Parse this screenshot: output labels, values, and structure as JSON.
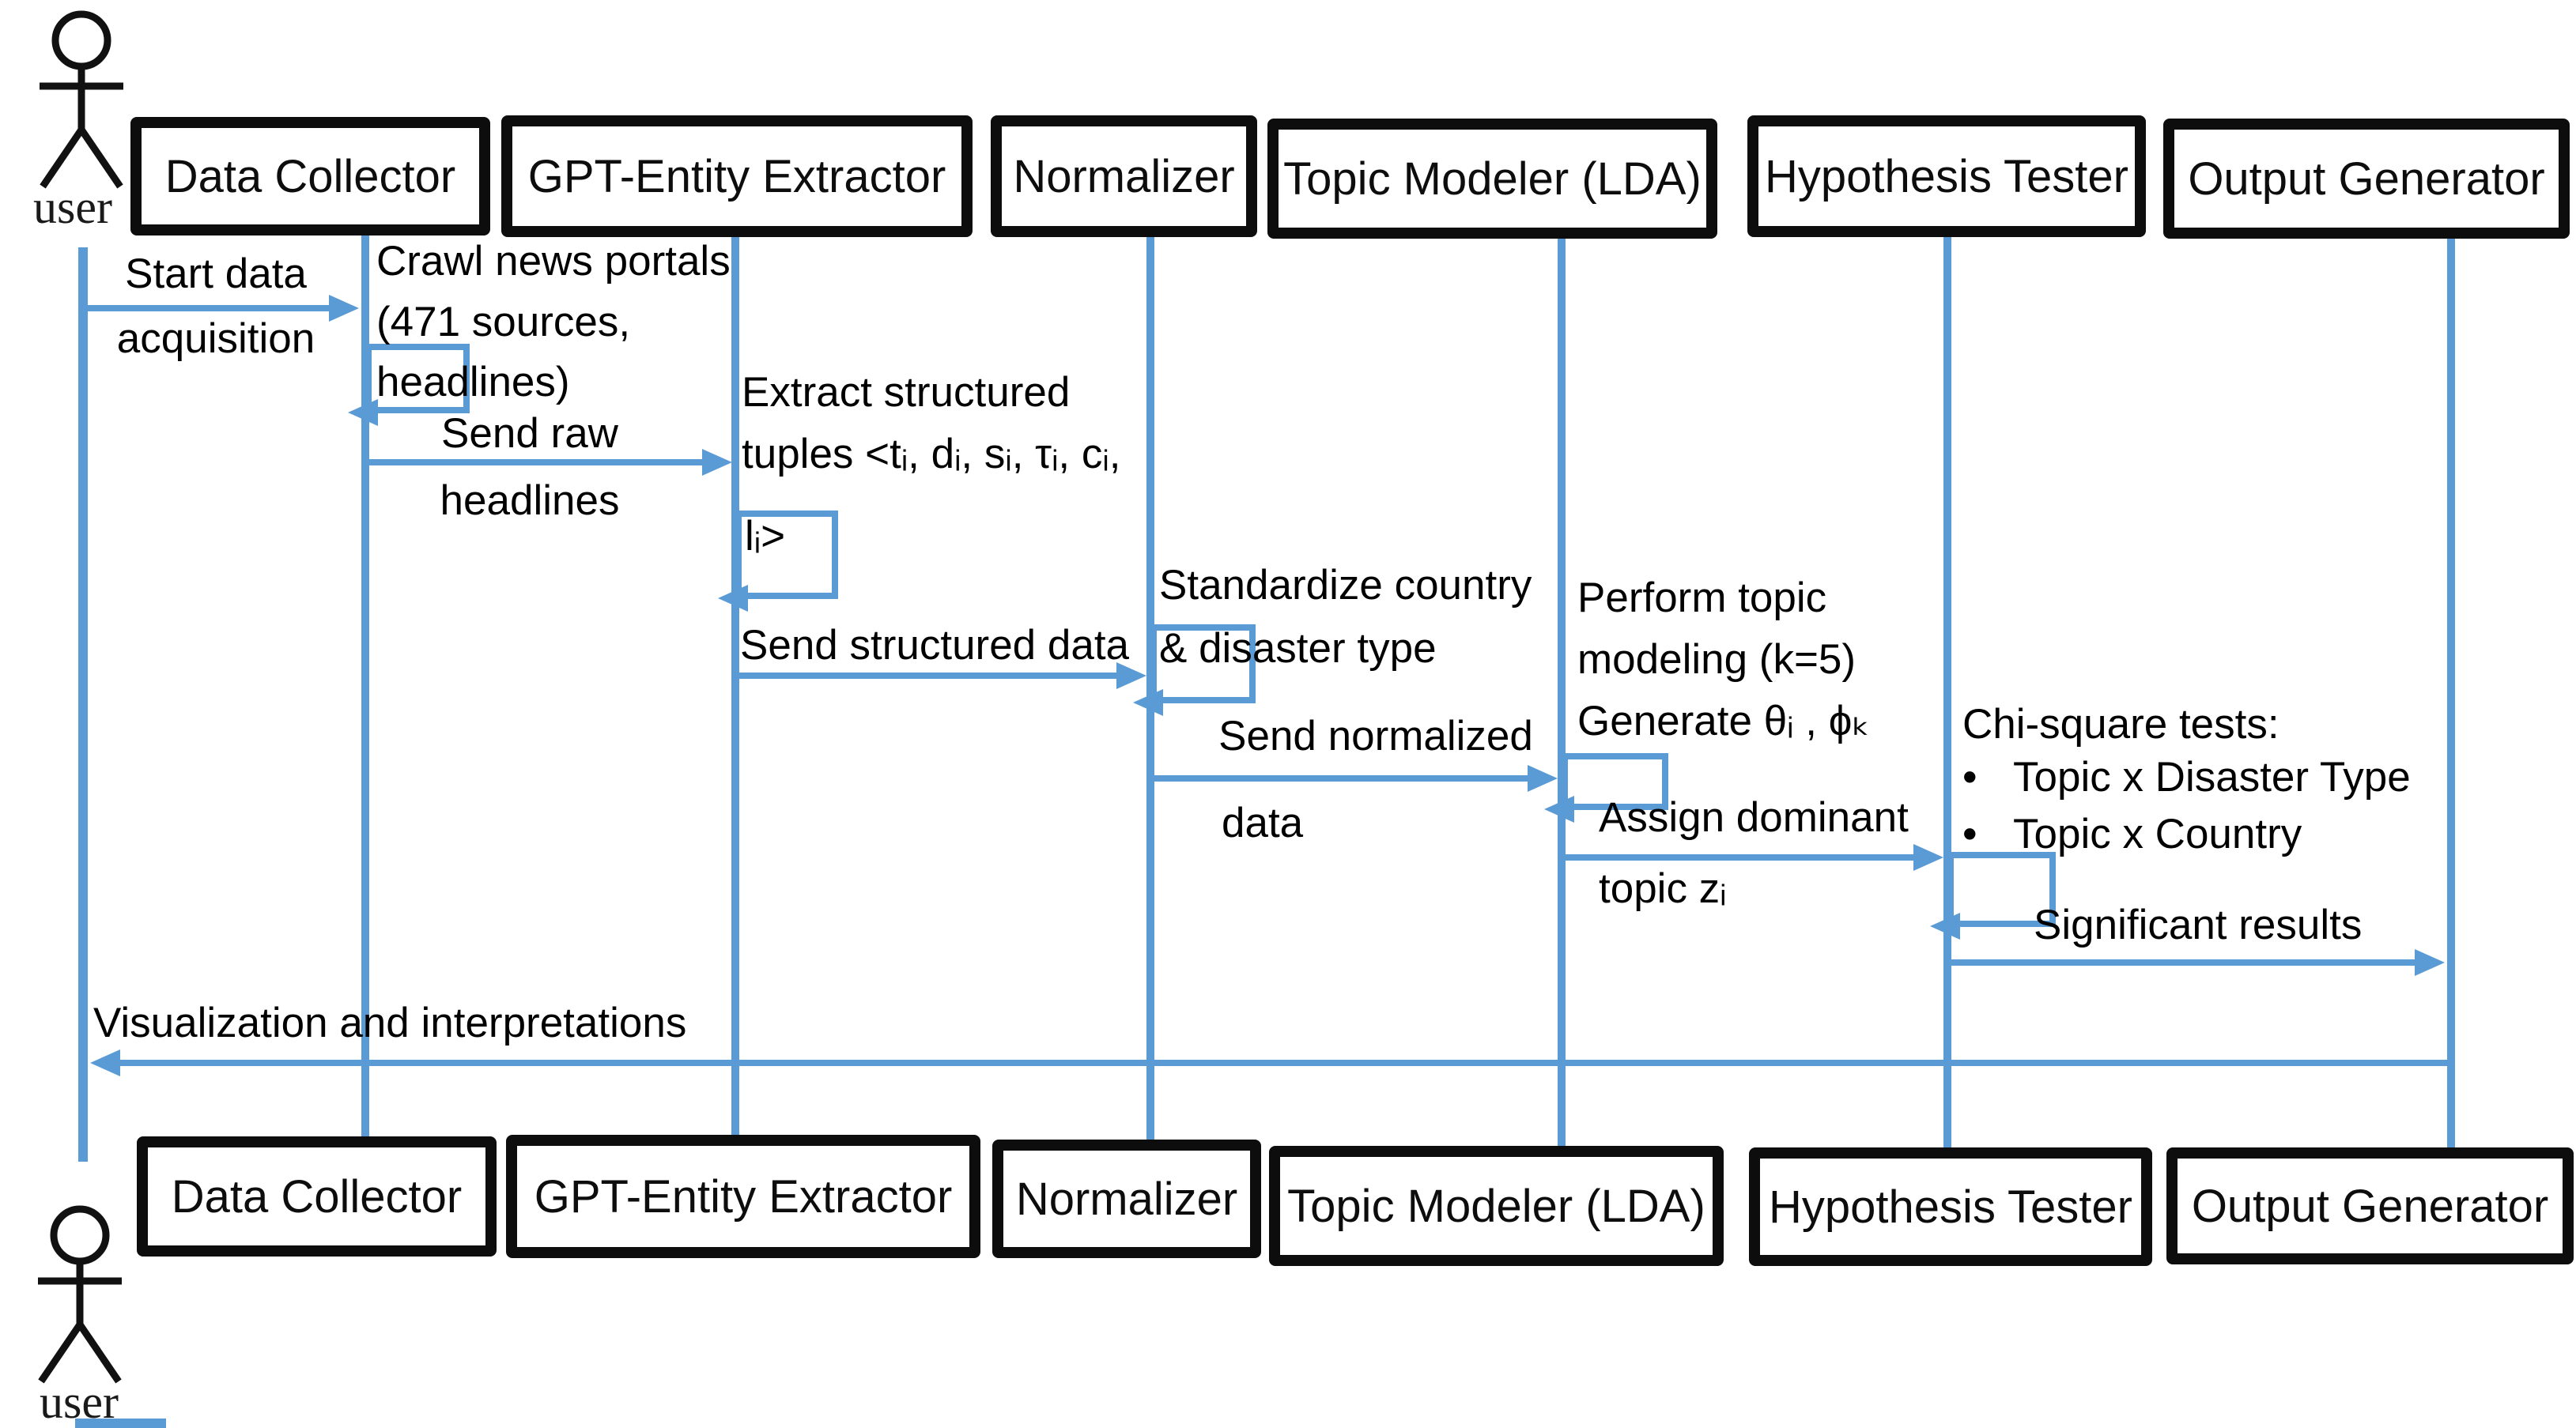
{
  "diagram": {
    "kind": "uml-sequence-diagram",
    "accent_color": "#5B9BD5",
    "box_border_color": "#0d0d0d",
    "background": "#ffffff"
  },
  "actor": {
    "top_label": "user",
    "bottom_label": "user"
  },
  "participants": [
    {
      "label": "Data Collector"
    },
    {
      "label": "GPT-Entity Extractor"
    },
    {
      "label": "Normalizer"
    },
    {
      "label": "Topic Modeler (LDA)"
    },
    {
      "label": "Hypothesis Tester"
    },
    {
      "label": "Output Generator"
    }
  ],
  "messages": {
    "start": {
      "line1": "Start data",
      "line2": "acquisition"
    },
    "crawl": {
      "line1": "Crawl news portals",
      "line2": "(471 sources,",
      "line3": "headlines)"
    },
    "send_raw": {
      "line1": "Send raw",
      "line2": "headlines"
    },
    "extract": {
      "line1": "Extract structured",
      "line2": "tuples <tᵢ, dᵢ, sᵢ, τᵢ, cᵢ,",
      "line3": "lᵢ>"
    },
    "send_structured": {
      "line1": "Send structured data"
    },
    "standardize": {
      "line1": "Standardize country",
      "line2": "& disaster type"
    },
    "send_normalized": {
      "line1": "Send normalized",
      "line2": "data"
    },
    "perform": {
      "line1": "Perform topic",
      "line2": "modeling (k=5)",
      "line3": "Generate θᵢ , ϕₖ"
    },
    "assign": {
      "line1": "Assign dominant",
      "line2": "topic zᵢ"
    },
    "chi": {
      "title": "Chi-square tests:",
      "bullet_char": "•",
      "bullet1": "Topic x Disaster Type",
      "bullet2": "Topic x Country"
    },
    "significant": {
      "line1": "Significant results"
    },
    "visualization": {
      "line1": "Visualization and interpretations"
    }
  }
}
